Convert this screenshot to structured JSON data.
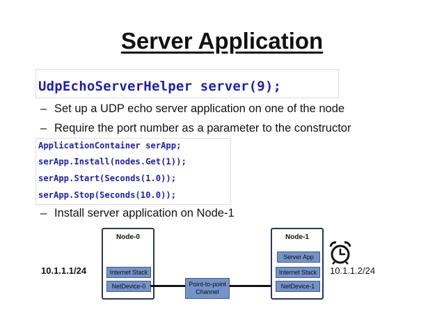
{
  "slide": {
    "title": "Server Application",
    "main_code": "UdpEchoServerHelper server(9);",
    "bullets": [
      "Set up a UDP echo server application on one of the node",
      "Require the port number as a parameter to the constructor",
      "Install server application on Node-1"
    ],
    "bullet_marker": "–",
    "code_lines": [
      "ApplicationContainer serApp;",
      "serApp.Install(nodes.Get(1));",
      "serApp.Start(Seconds(1.0));",
      "serApp.Stop(Seconds(10.0));"
    ]
  },
  "diagram": {
    "node0": {
      "label": "Node-0",
      "stack": "Internet Stack",
      "device": "NetDevice-0",
      "ip": "10.1.1.1/24"
    },
    "node1": {
      "label": "Node-1",
      "app": "Server App",
      "stack": "Internet Stack",
      "device": "NetDevice-1",
      "ip": "10.1.1.2/24"
    },
    "channel": {
      "line1": "Point-to-point",
      "line2": "Channel"
    },
    "icons": [
      "alarm-clock-icon"
    ]
  },
  "colors": {
    "code_text": "#1f1fb0",
    "component_fill": "#7493c9",
    "node_border": "#2b3560"
  }
}
